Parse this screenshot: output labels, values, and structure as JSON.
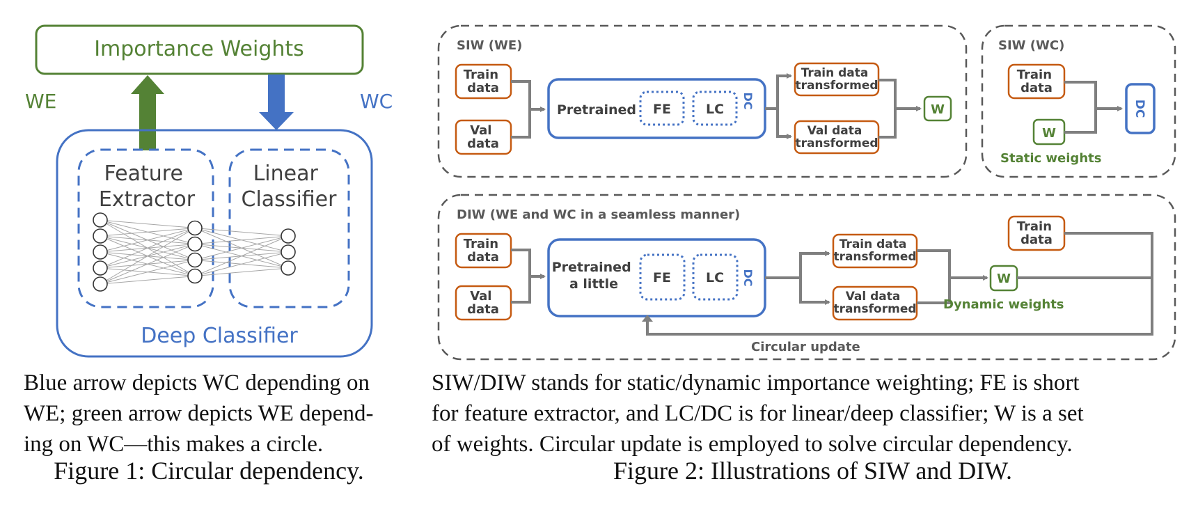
{
  "colors": {
    "green": "#548235",
    "blue": "#4472C4",
    "orange": "#C55A11",
    "gray_line": "#7F7F7F",
    "dash_gray": "#595959",
    "text_dark": "#404040",
    "neuron_line": "#A6A6A6"
  },
  "figure1": {
    "importance_weights": "Importance Weights",
    "we_label": "WE",
    "wc_label": "WC",
    "feature_extractor": [
      "Feature",
      "Extractor"
    ],
    "linear_classifier": [
      "Linear",
      "Classifier"
    ],
    "deep_classifier": "Deep Classifier",
    "network_layers": [
      5,
      4,
      3
    ],
    "description_lines": [
      "Blue arrow depicts WC depending on",
      "WE; green arrow depicts WE depend-",
      "ing on WC—this makes a circle."
    ],
    "caption": "Figure 1: Circular dependency."
  },
  "figure2": {
    "siw_we": {
      "title": "SIW (WE)",
      "train_data": [
        "Train",
        "data"
      ],
      "val_data": [
        "Val",
        "data"
      ],
      "dc_text": "Pretrained",
      "fe": "FE",
      "lc": "LC",
      "dc": "DC",
      "train_transformed": [
        "Train data",
        "transformed"
      ],
      "val_transformed": [
        "Val data",
        "transformed"
      ],
      "w": "W"
    },
    "siw_wc": {
      "title": "SIW (WC)",
      "train_data": [
        "Train",
        "data"
      ],
      "w": "W",
      "dc": "DC",
      "static_weights": "Static weights"
    },
    "diw": {
      "title": "DIW (WE and WC in a seamless manner)",
      "train_data": [
        "Train",
        "data"
      ],
      "val_data": [
        "Val",
        "data"
      ],
      "dc_text": [
        "Pretrained",
        "a little"
      ],
      "fe": "FE",
      "lc": "LC",
      "dc": "DC",
      "train_transformed": [
        "Train data",
        "transformed"
      ],
      "val_transformed": [
        "Val data",
        "transformed"
      ],
      "train_data_right": [
        "Train",
        "data"
      ],
      "w": "W",
      "dynamic_weights": "Dynamic weights",
      "circular_update": "Circular update"
    },
    "description_lines": [
      "SIW/DIW stands for static/dynamic importance weighting; FE is short",
      "for feature extractor, and LC/DC is for linear/deep classifier; W is a set",
      "of weights. Circular update is employed to solve circular dependency."
    ],
    "caption": "Figure 2: Illustrations of SIW and DIW."
  }
}
